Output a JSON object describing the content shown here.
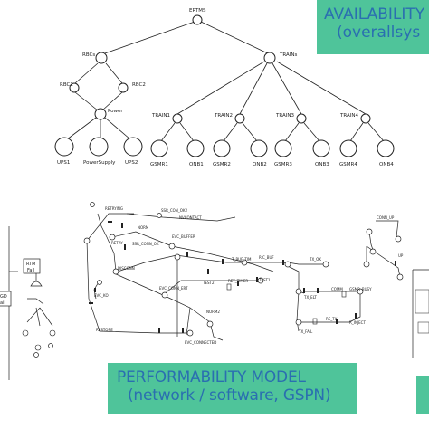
{
  "availability_model": {
    "banner": [
      "AVAILABILITY",
      "(overallsys"
    ],
    "root": "ERTMS",
    "groups": [
      "RBCs",
      "TRAINs"
    ],
    "rbc_nodes": [
      "RBC1",
      "RBC2"
    ],
    "power_node": "Power",
    "power_leaves": [
      "UPS1",
      "PowerSupply",
      "UPS2"
    ],
    "trains": [
      "TRAIN1",
      "TRAIN2",
      "TRAIN3",
      "TRAIN4"
    ],
    "train_leaves": [
      "GSMR1",
      "ONB1",
      "GSMR2",
      "ONB2",
      "GSMR3",
      "ONB3",
      "GSMR4",
      "ONB4"
    ]
  },
  "performability_model": {
    "banner": [
      "PERFORMABILITY MODEL",
      "(network / software, GSPN)"
    ],
    "places_and_transitions": [
      "RETRYING",
      "SSR_CON_OK2",
      "NVCONTACT",
      "NORM",
      "SSR_CONN_OK",
      "EVC_BUFFER",
      "RETRY",
      "DISCONN",
      "T_BUF_TIM",
      "RIC_BUF",
      "TX_OK",
      "TEST2",
      "RET_TIMER",
      "TEST1",
      "EVC_CONN_ERT",
      "EVC_KO",
      "TX_ELT",
      "COMM",
      "GSMR_BUSY",
      "RE_TX",
      "NORM2",
      "RESTORE",
      "EVC_CONNECTED",
      "TX_FAIL",
      "R_INJECT",
      "CONN_UP",
      "UP"
    ],
    "left_fragment": {
      "boxes": [
        "RTM",
        "Fail",
        "GD",
        "ail"
      ]
    }
  }
}
